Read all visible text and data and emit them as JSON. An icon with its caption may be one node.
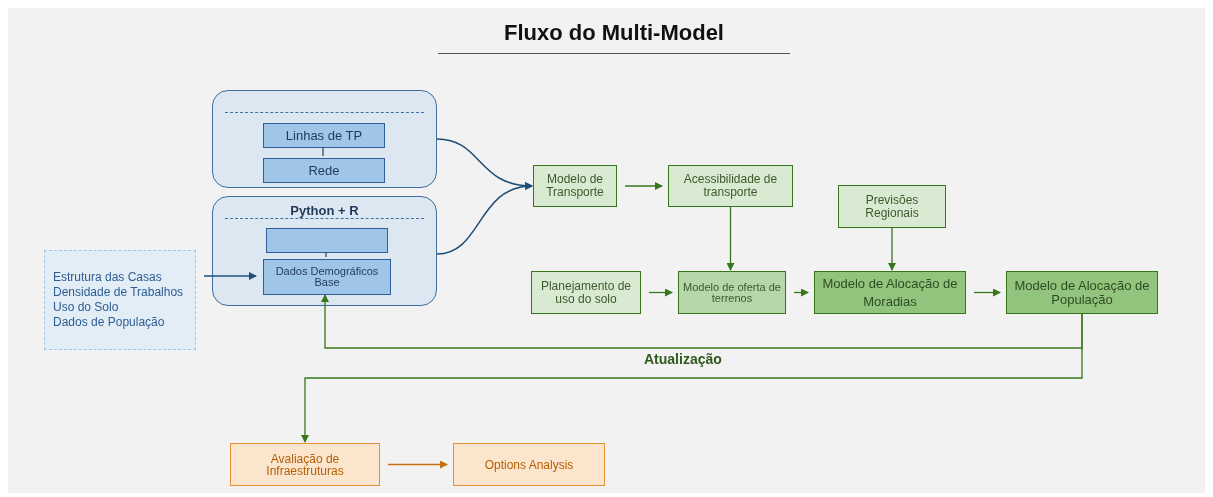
{
  "diagram": {
    "title": "Fluxo do Multi-Model",
    "nodes": [
      {
        "text": [],
        "shape": "box"
      },
      {
        "text": [
          "Linhas de TP"
        ],
        "in": 0
      },
      {
        "text": [
          "Rede"
        ],
        "in": 0
      },
      {
        "text": [
          "Python + R"
        ]
      },
      {
        "text": [],
        "shape": "box",
        "in": 3
      },
      {
        "text": [
          "Dados Demográficos Base"
        ],
        "in": 3
      },
      {
        "text": [
          "Estrutura das Casas",
          "Densidade de Trabalhos",
          "Uso do Solo",
          "Dados de População"
        ]
      },
      {
        "text": [
          "Modelo de Transporte"
        ]
      },
      {
        "text": [
          "Acessibilidade de transporte"
        ]
      },
      {
        "text": [
          "Previsões Regionais"
        ]
      },
      {
        "text": [
          "Planejamento de uso do solo"
        ]
      },
      {
        "text": [
          "Modelo de oferta de terrenos"
        ]
      },
      {
        "text": [
          "Modelo de Alocação de Moradias"
        ]
      },
      {
        "text": [
          "Modelo de Alocação de População"
        ]
      },
      {
        "text": [
          "Avaliação de Infraestruturas"
        ]
      },
      {
        "text": [
          "Options Analysis"
        ]
      }
    ],
    "edges": [
      {
        "from": 1,
        "to": 2,
        "arrow": "none",
        "color": "#1f4e79"
      },
      {
        "from": 4,
        "to": 5,
        "arrow": "none",
        "color": "#1f4e79"
      },
      {
        "from": 0,
        "to": 7,
        "arrow": "to",
        "color": "#1f4e79"
      },
      {
        "from": 3,
        "to": 7,
        "arrow": "to",
        "color": "#1f4e79"
      },
      {
        "from": 6,
        "to": 5,
        "arrow": "to",
        "color": "#1f4e79"
      },
      {
        "from": 7,
        "to": 8,
        "arrow": "to"
      },
      {
        "from": 8,
        "to": 11,
        "arrow": "to"
      },
      {
        "from": 9,
        "to": 12,
        "arrow": "to"
      },
      {
        "from": 10,
        "to": 11,
        "arrow": "to"
      },
      {
        "from": 11,
        "to": 12,
        "arrow": "to"
      },
      {
        "from": 12,
        "to": 13,
        "arrow": "to"
      },
      {
        "from": 13,
        "to": 5,
        "arrow": "to",
        "label": "Atualização"
      },
      {
        "from": 13,
        "to": 14,
        "arrow": "to"
      },
      {
        "from": 14,
        "to": 15,
        "arrow": "to",
        "color": "#c5700f"
      }
    ]
  }
}
